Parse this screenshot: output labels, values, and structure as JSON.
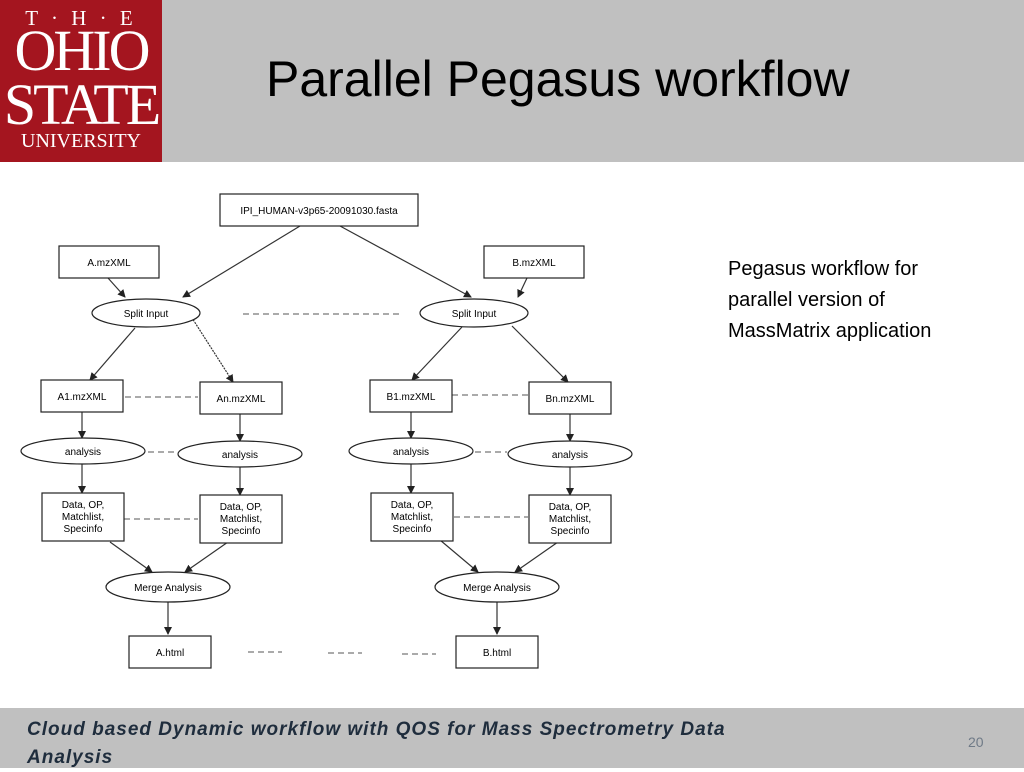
{
  "slide": {
    "title": "Parallel Pegasus workflow",
    "logo": {
      "the": "T · H · E",
      "ohio": "OHIO",
      "state": "STATE",
      "university": "UNIVERSITY"
    },
    "caption": [
      "Pegasus workflow for",
      "parallel version of",
      "MassMatrix application"
    ],
    "footer": "Cloud based Dynamic workflow with QOS for Mass Spectrometry Data Analysis",
    "page_number": "20"
  },
  "diagram": {
    "fasta": "IPI_HUMAN-v3p65-20091030.fasta",
    "a_mzxml": "A.mzXML",
    "b_mzxml": "B.mzXML",
    "split_a": "Split Input",
    "split_b": "Split Input",
    "a1": "A1.mzXML",
    "an": "An.mzXML",
    "b1": "B1.mzXML",
    "bn": "Bn.mzXML",
    "analysis_a1": "analysis",
    "analysis_an": "analysis",
    "analysis_b1": "analysis",
    "analysis_bn": "analysis",
    "data_lines": [
      "Data, OP,",
      "Matchlist,",
      "Specinfo"
    ],
    "merge_a": "Merge Analysis",
    "merge_b": "Merge Analysis",
    "a_html": "A.html",
    "b_html": "B.html"
  }
}
